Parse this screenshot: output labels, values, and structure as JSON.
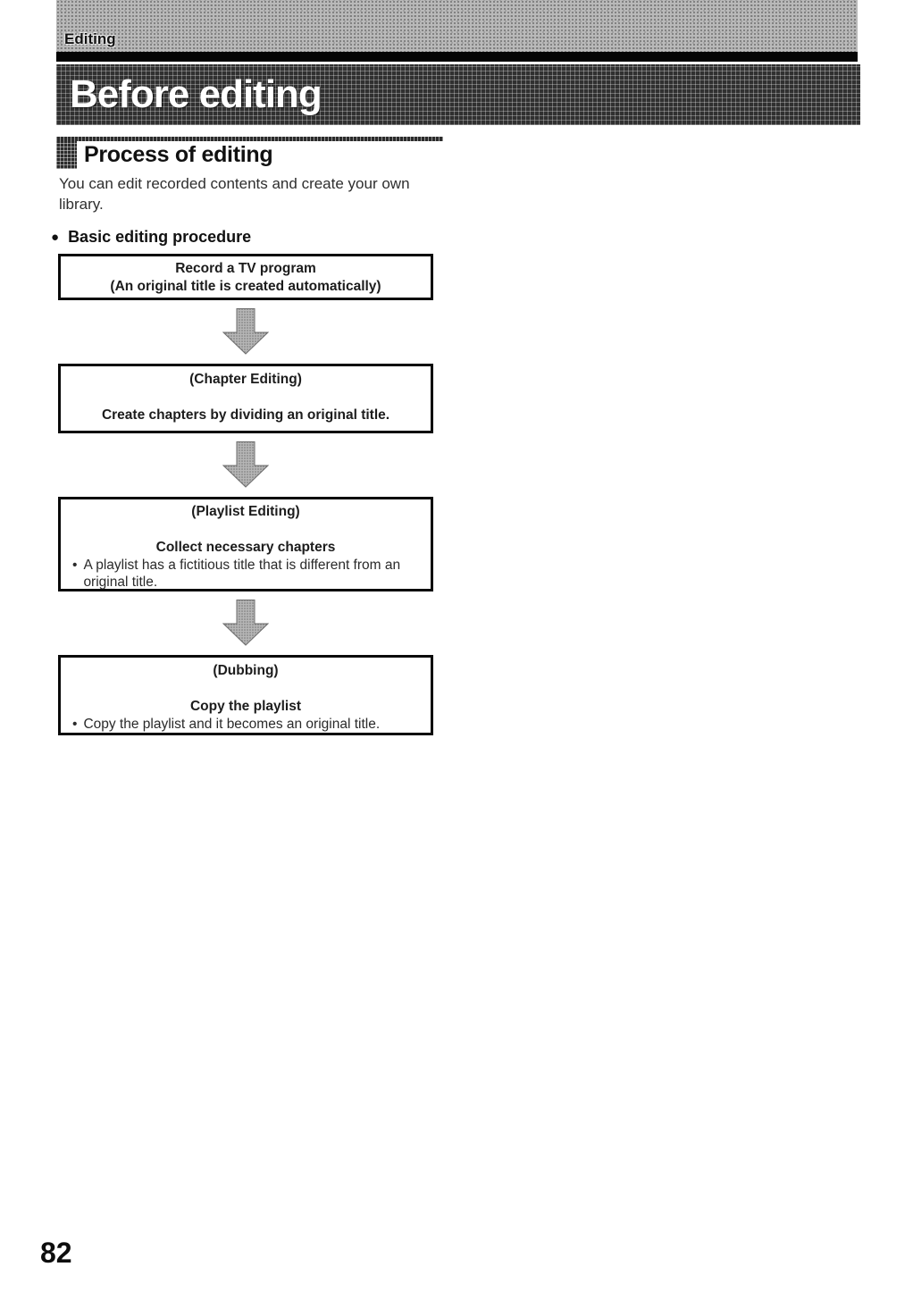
{
  "header": {
    "tab_label": "Editing",
    "banner_title": "Before editing"
  },
  "section": {
    "title": "Process of editing",
    "intro_lines": [
      "You can edit recorded contents and create your own",
      "library."
    ],
    "procedure_heading": "Basic editing procedure"
  },
  "glyphs": {
    "dot_bullet": "●",
    "item_bullet": "•"
  },
  "flowchart": {
    "steps": [
      {
        "line1": "Record a TV program",
        "line2": "(An original title is created automatically)"
      },
      {
        "label": "(Chapter Editing)",
        "action": "Create chapters by dividing an original title."
      },
      {
        "label": "(Playlist Editing)",
        "action": "Collect necessary chapters",
        "note": "A playlist has a fictitious title that is different from an original title."
      },
      {
        "label": "(Dubbing)",
        "action": "Copy the playlist",
        "note": "Copy the playlist and it becomes an original title."
      }
    ]
  },
  "footer": {
    "page_number": "82"
  },
  "colors": {
    "page_bg": "#ffffff",
    "ink": "#1c1c1c",
    "tab_band_gray": "#b9b9b9",
    "divider_black": "#050505",
    "banner_dark": "#303030",
    "banner_text": "#ffffff",
    "arrow_gray": "#b6b6b6"
  }
}
